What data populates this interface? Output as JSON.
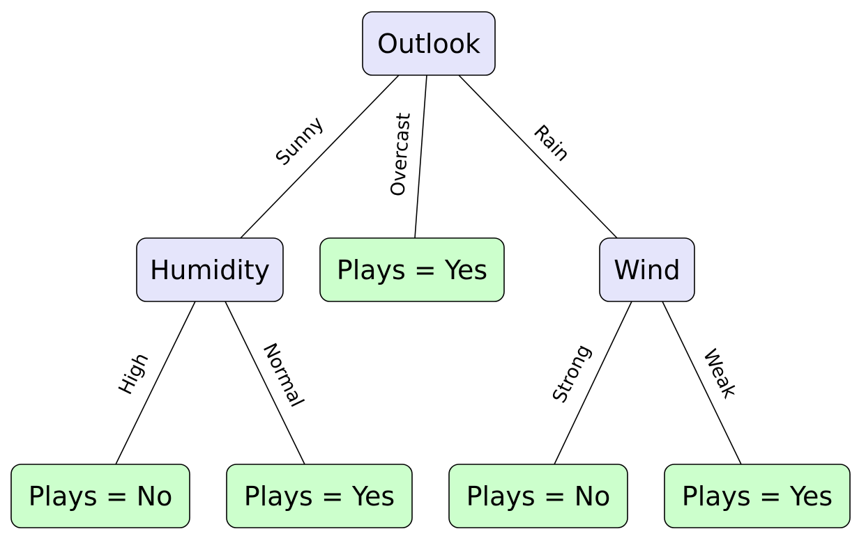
{
  "colors": {
    "decision_fill": "#e5e5fb",
    "leaf_fill": "#ccffcc",
    "stroke": "#000000"
  },
  "nodes": {
    "outlook": "Outlook",
    "humidity": "Humidity",
    "wind": "Wind",
    "overcast_leaf": "Plays = Yes",
    "high_leaf": "Plays = No",
    "normal_leaf": "Plays = Yes",
    "strong_leaf": "Plays = No",
    "weak_leaf": "Plays = Yes"
  },
  "edges": {
    "sunny": "Sunny",
    "overcast": "Overcast",
    "rain": "Rain",
    "high": "High",
    "normal": "Normal",
    "strong": "Strong",
    "weak": "Weak"
  }
}
